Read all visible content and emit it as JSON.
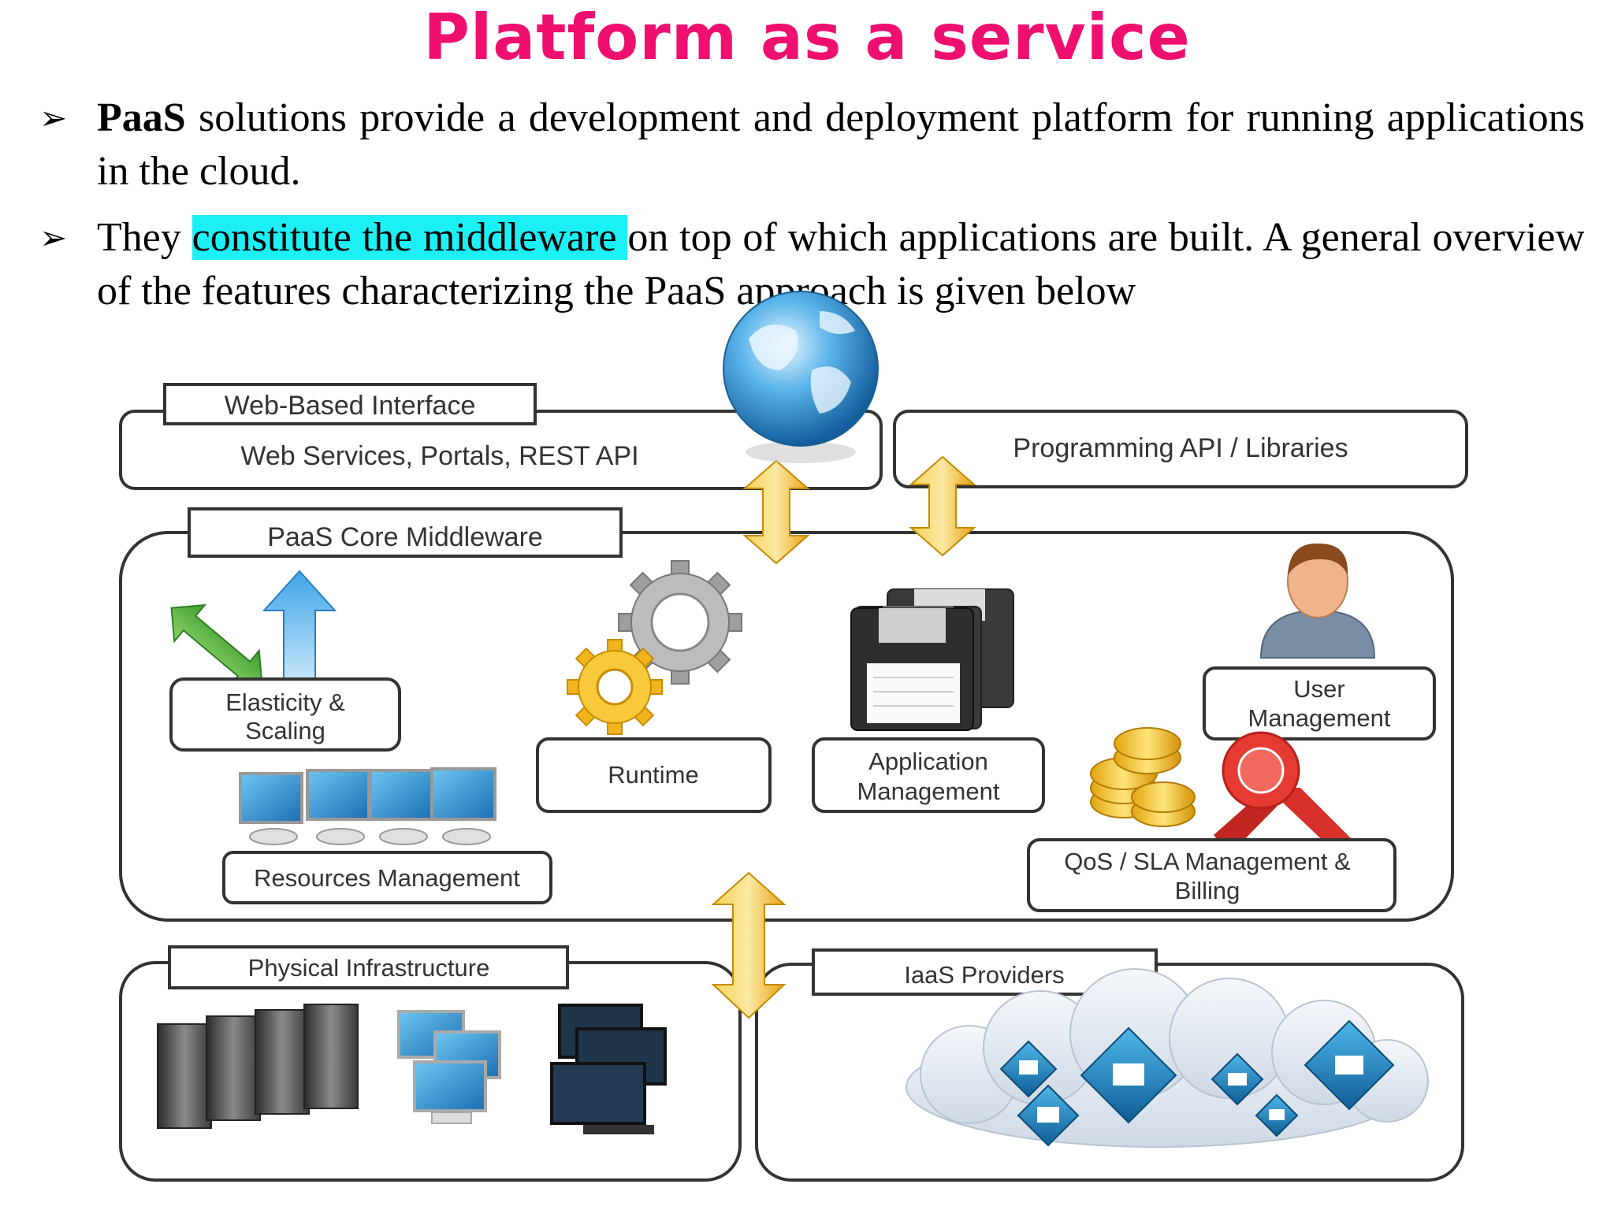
{
  "title": "Platform as a service",
  "bullets": [
    {
      "lead": "PaaS",
      "text": " solutions provide a development and deployment platform for running applications in the cloud."
    },
    {
      "before": "They ",
      "highlight": "constitute the middleware ",
      "after": "on top of which applications are built. A general overview of the features characterizing the PaaS approach is given below"
    }
  ],
  "diagram": {
    "web_interface": {
      "tab": "Web-Based Interface",
      "body": "Web Services, Portals, REST API"
    },
    "programming_api": "Programming API / Libraries",
    "core": {
      "tab": "PaaS Core Middleware",
      "elasticity_line1": "Elasticity &",
      "elasticity_line2": "Scaling",
      "runtime": "Runtime",
      "app_mgmt_line1": "Application",
      "app_mgmt_line2": "Management",
      "user_mgmt_line1": "User",
      "user_mgmt_line2": "Management",
      "resources": "Resources Management",
      "qos_line1": "QoS / SLA Management &",
      "qos_line2": "Billing"
    },
    "physical": "Physical Infrastructure",
    "iaas": "IaaS Providers"
  },
  "colors": {
    "title": "#ee0f6f",
    "highlight": "#1cf0f5",
    "arrow": "#f3b81f"
  }
}
